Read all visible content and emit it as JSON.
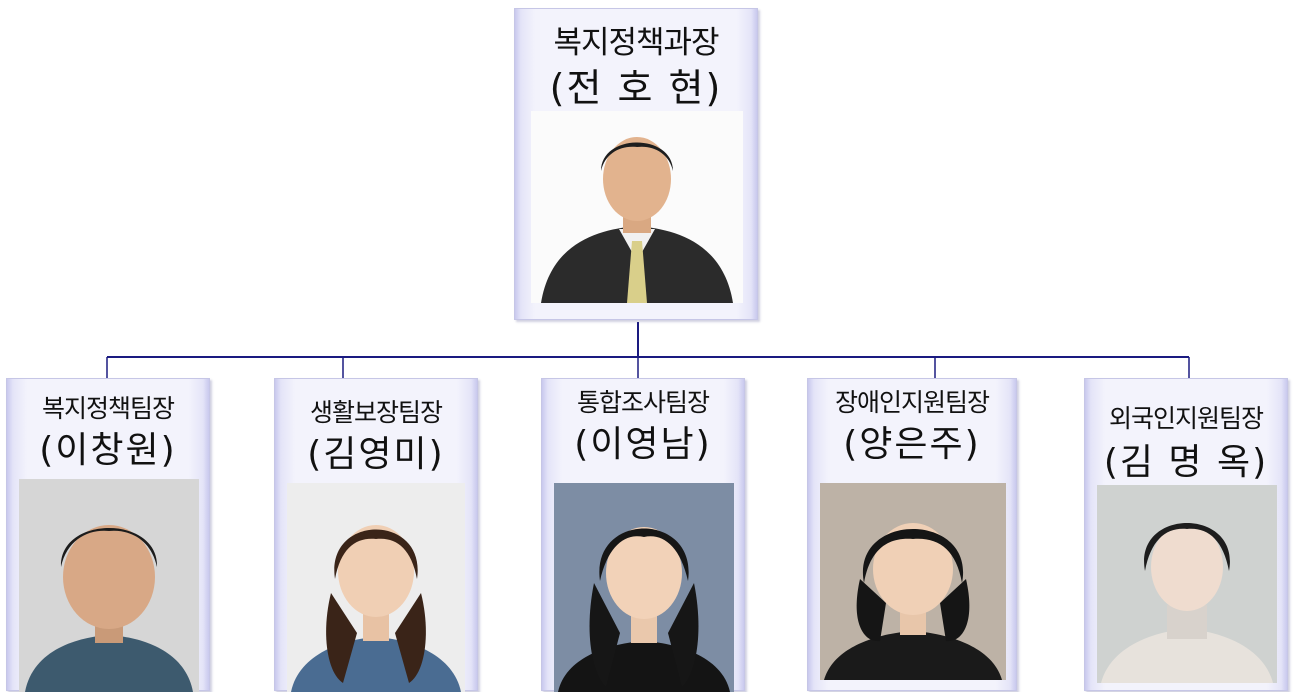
{
  "manager": {
    "title": "복지정책과장",
    "name": "(전 호 현)"
  },
  "teams": [
    {
      "title": "복지정책팀장",
      "name": "(이창원)"
    },
    {
      "title": "생활보장팀장",
      "name": "(김영미)"
    },
    {
      "title": "통합조사팀장",
      "name": "(이영남)"
    },
    {
      "title": "장애인지원팀장",
      "name": "(양은주)"
    },
    {
      "title": "외국인지원팀장",
      "name": "(김 명 옥)"
    }
  ],
  "colors": {
    "connector": "#1a1a80",
    "card_fill": "#f3f3fc",
    "card_edge": "#c9c9ee"
  }
}
